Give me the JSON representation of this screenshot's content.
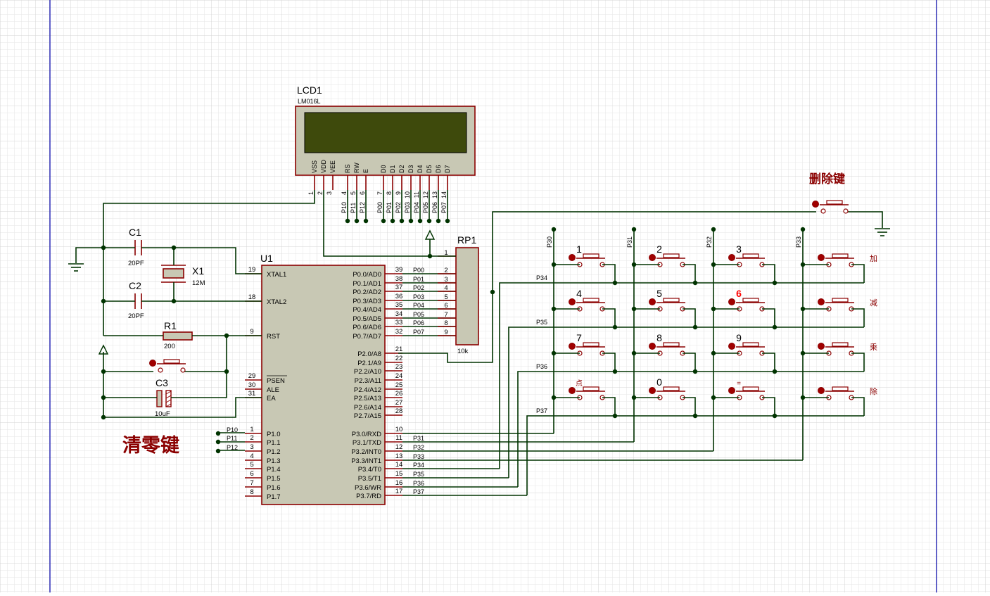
{
  "lcd": {
    "ref": "LCD1",
    "model": "LM016L",
    "pins": [
      {
        "name": "VSS",
        "num": "1"
      },
      {
        "name": "VDD",
        "num": "2"
      },
      {
        "name": "VEE",
        "num": "3"
      },
      {
        "name": "RS",
        "num": "4"
      },
      {
        "name": "RW",
        "num": "5"
      },
      {
        "name": "E",
        "num": "6"
      },
      {
        "name": "D0",
        "num": "7"
      },
      {
        "name": "D1",
        "num": "8"
      },
      {
        "name": "D2",
        "num": "9"
      },
      {
        "name": "D3",
        "num": "10"
      },
      {
        "name": "D4",
        "num": "11"
      },
      {
        "name": "D5",
        "num": "12"
      },
      {
        "name": "D6",
        "num": "13"
      },
      {
        "name": "D7",
        "num": "14"
      }
    ],
    "nets": [
      "P10",
      "P11",
      "P12",
      "P00",
      "P01",
      "P02",
      "P03",
      "P04",
      "P05",
      "P06",
      "P07"
    ]
  },
  "mcu": {
    "ref": "U1",
    "left_pins": [
      {
        "name": "XTAL1",
        "num": "19"
      },
      {
        "name": "XTAL2",
        "num": "18"
      },
      {
        "name": "RST",
        "num": "9"
      },
      {
        "name": "PSEN",
        "num": "29"
      },
      {
        "name": "ALE",
        "num": "30"
      },
      {
        "name": "EA",
        "num": "31"
      },
      {
        "name": "P1.0",
        "num": "1"
      },
      {
        "name": "P1.1",
        "num": "2"
      },
      {
        "name": "P1.2",
        "num": "3"
      },
      {
        "name": "P1.3",
        "num": "4"
      },
      {
        "name": "P1.4",
        "num": "5"
      },
      {
        "name": "P1.5",
        "num": "6"
      },
      {
        "name": "P1.6",
        "num": "7"
      },
      {
        "name": "P1.7",
        "num": "8"
      }
    ],
    "right_pins": [
      {
        "name": "P0.0/AD0",
        "num": "39"
      },
      {
        "name": "P0.1/AD1",
        "num": "38"
      },
      {
        "name": "P0.2/AD2",
        "num": "37"
      },
      {
        "name": "P0.3/AD3",
        "num": "36"
      },
      {
        "name": "P0.4/AD4",
        "num": "35"
      },
      {
        "name": "P0.5/AD5",
        "num": "34"
      },
      {
        "name": "P0.6/AD6",
        "num": "33"
      },
      {
        "name": "P0.7/AD7",
        "num": "32"
      },
      {
        "name": "P2.0/A8",
        "num": "21"
      },
      {
        "name": "P2.1/A9",
        "num": "22"
      },
      {
        "name": "P2.2/A10",
        "num": "23"
      },
      {
        "name": "P2.3/A11",
        "num": "24"
      },
      {
        "name": "P2.4/A12",
        "num": "25"
      },
      {
        "name": "P2.5/A13",
        "num": "26"
      },
      {
        "name": "P2.6/A14",
        "num": "27"
      },
      {
        "name": "P2.7/A15",
        "num": "28"
      },
      {
        "name": "P3.0/RXD",
        "num": "10"
      },
      {
        "name": "P3.1/TXD",
        "num": "11"
      },
      {
        "name": "P3.2/INT0",
        "num": "12"
      },
      {
        "name": "P3.3/INT1",
        "num": "13"
      },
      {
        "name": "P3.4/T0",
        "num": "14"
      },
      {
        "name": "P3.5/T1",
        "num": "15"
      },
      {
        "name": "P3.6/WR",
        "num": "16"
      },
      {
        "name": "P3.7/RD",
        "num": "17"
      }
    ],
    "p0_nets": [
      "P00",
      "P01",
      "P02",
      "P03",
      "P04",
      "P05",
      "P06",
      "P07"
    ],
    "p1_nets": [
      "P10",
      "P11",
      "P12"
    ],
    "p3_nets": [
      "P31",
      "P32",
      "P33",
      "P34",
      "P35",
      "P36",
      "P37"
    ]
  },
  "rp1": {
    "ref": "RP1",
    "value": "10k",
    "pins": [
      "1",
      "2",
      "3",
      "4",
      "5",
      "6",
      "7",
      "8",
      "9"
    ]
  },
  "c1": {
    "ref": "C1",
    "value": "20PF"
  },
  "c2": {
    "ref": "C2",
    "value": "20PF"
  },
  "x1": {
    "ref": "X1",
    "value": "12M"
  },
  "r1": {
    "ref": "R1",
    "value": "200"
  },
  "c3": {
    "ref": "C3",
    "value": "10uF"
  },
  "labels": {
    "clear_key": "清零键",
    "delete_key": "删除键"
  },
  "keypad": {
    "col_nets": [
      "P30",
      "P31",
      "P32",
      "P33"
    ],
    "row_nets": [
      "P34",
      "P35",
      "P36",
      "P37"
    ],
    "keys": [
      [
        "1",
        "2",
        "3",
        ""
      ],
      [
        "4",
        "5",
        "6",
        ""
      ],
      [
        "7",
        "8",
        "9",
        ""
      ],
      [
        "点",
        "0",
        "=",
        ""
      ]
    ],
    "ops": [
      "加",
      "减",
      "乘",
      "除"
    ]
  },
  "colors": {
    "wire": "#003300",
    "component": "#8b0000",
    "body": "#c8c8b4",
    "lcd_screen": "#3e4a0c",
    "accent_red": "#ff0000",
    "grid": "#e4e4e4",
    "border": "#0000aa"
  }
}
